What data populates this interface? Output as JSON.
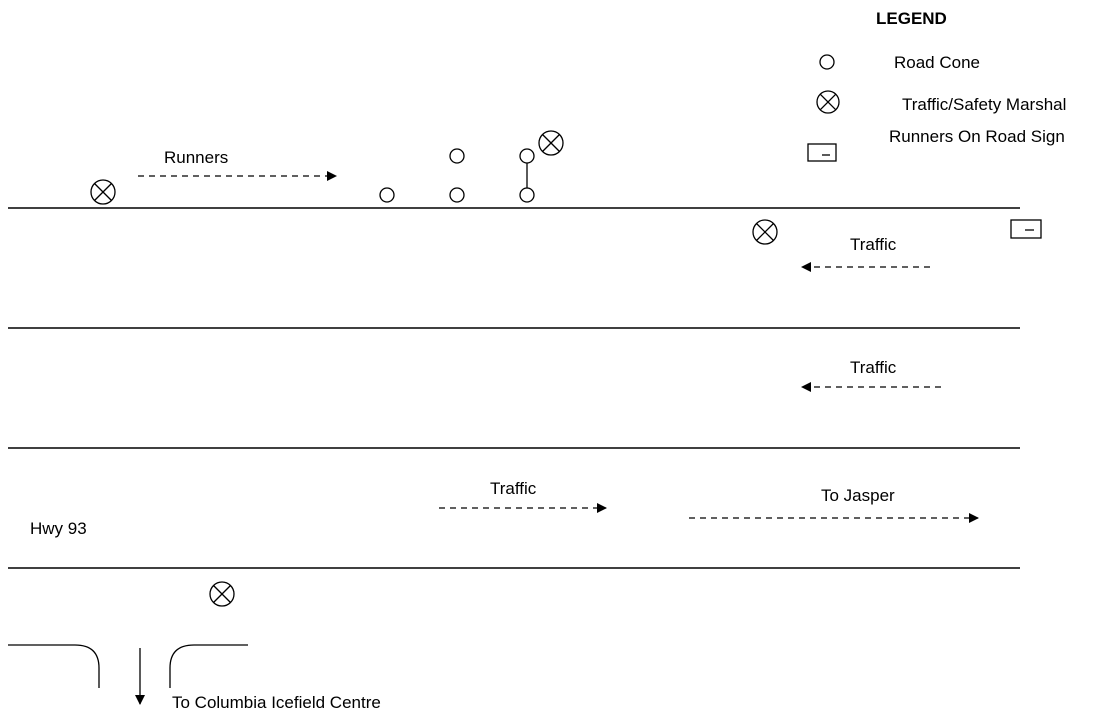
{
  "legend": {
    "title": "LEGEND",
    "items": [
      {
        "icon": "road-cone-icon",
        "label": "Road Cone"
      },
      {
        "icon": "marshal-icon",
        "label": "Traffic/Safety Marshal"
      },
      {
        "icon": "road-sign-icon",
        "label": "Runners On Road Sign"
      }
    ]
  },
  "labels": {
    "runners": "Runners",
    "traffic_1": "Traffic",
    "traffic_2": "Traffic",
    "traffic_3": "Traffic",
    "to_jasper": "To Jasper",
    "highway": "Hwy 93",
    "to_centre": "To Columbia Icefield  Centre"
  }
}
